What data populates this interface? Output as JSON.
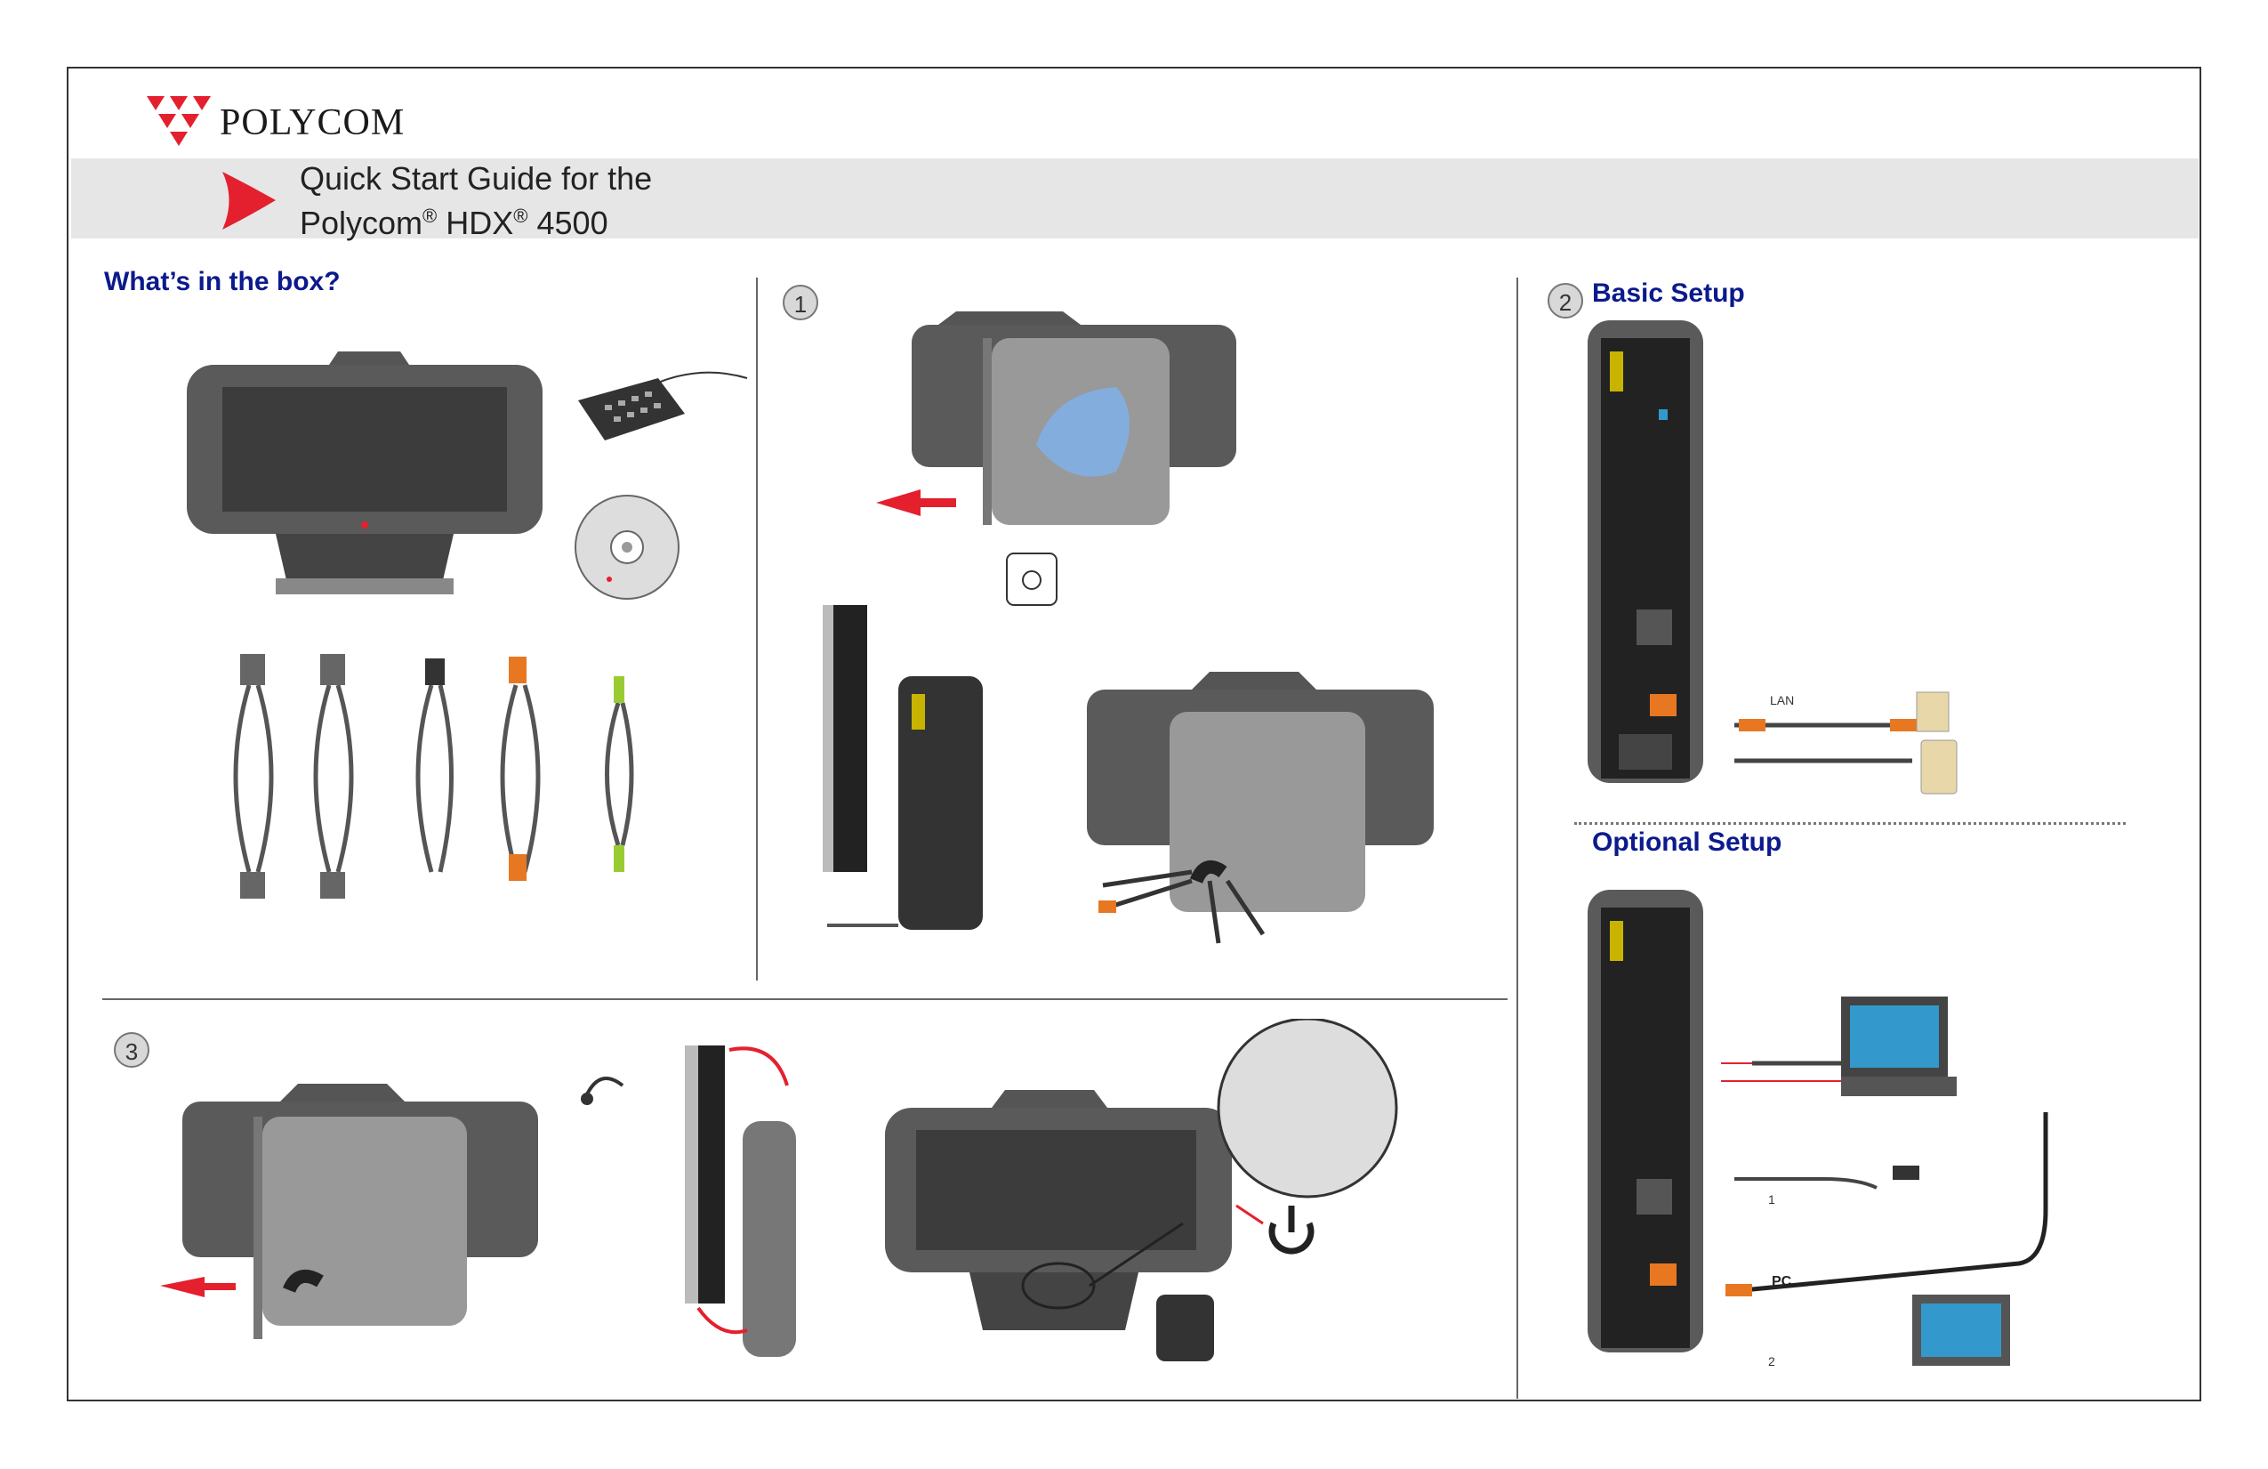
{
  "brand": {
    "name": "POLYCOM",
    "registered": "®"
  },
  "title": {
    "line1": "Quick Start Guide for the",
    "line2_a": "Polycom",
    "line2_b": " HDX",
    "line2_c": " 4500",
    "reg": "®"
  },
  "sections": {
    "box": {
      "heading": "What’s in the box?"
    },
    "step1": {
      "number": "1"
    },
    "step2": {
      "number": "2",
      "heading": "Basic Setup"
    },
    "optional": {
      "heading": "Optional Setup"
    },
    "step3": {
      "number": "3"
    }
  },
  "labels": {
    "lan": "LAN",
    "pc": "PC",
    "input1": "1",
    "input2": "2"
  },
  "colors": {
    "accent_red": "#e4202e",
    "heading_blue": "#0b1a8c",
    "cable_orange": "#e87722",
    "device_gray": "#555555"
  }
}
